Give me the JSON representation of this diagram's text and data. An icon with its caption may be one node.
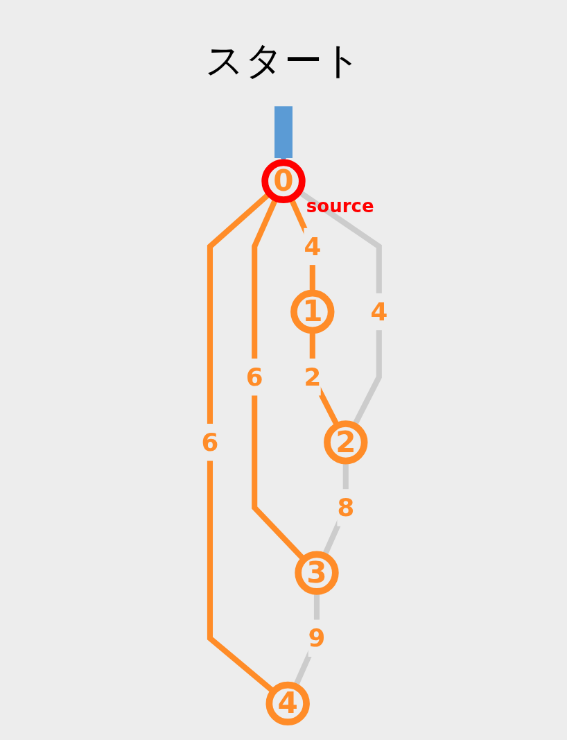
{
  "diagram": {
    "nodes": [
      {
        "text": [
          "0"
        ],
        "beside": [
          "source"
        ]
      },
      {
        "text": [
          "1"
        ]
      },
      {
        "text": [
          "2"
        ]
      },
      {
        "text": [
          "3"
        ]
      },
      {
        "text": [
          "4"
        ]
      },
      {
        "text": [
          "スタート"
        ]
      }
    ],
    "edges": [
      {
        "from": 5,
        "to": 0,
        "arrow": "to",
        "style": "thick",
        "color": "#5b9bd5"
      },
      {
        "from": 0,
        "to": 1,
        "arrow": "none",
        "label": "4"
      },
      {
        "from": 1,
        "to": 2,
        "arrow": "none",
        "label": "2"
      },
      {
        "from": 0,
        "to": 2,
        "arrow": "none",
        "label": "4",
        "color": "#cccccc"
      },
      {
        "from": 0,
        "to": 3,
        "arrow": "none",
        "label": "6"
      },
      {
        "from": 2,
        "to": 3,
        "arrow": "none",
        "label": "8",
        "color": "#cccccc"
      },
      {
        "from": 0,
        "to": 4,
        "arrow": "none",
        "label": "6"
      },
      {
        "from": 3,
        "to": 4,
        "arrow": "none",
        "label": "9",
        "color": "#cccccc"
      }
    ]
  }
}
